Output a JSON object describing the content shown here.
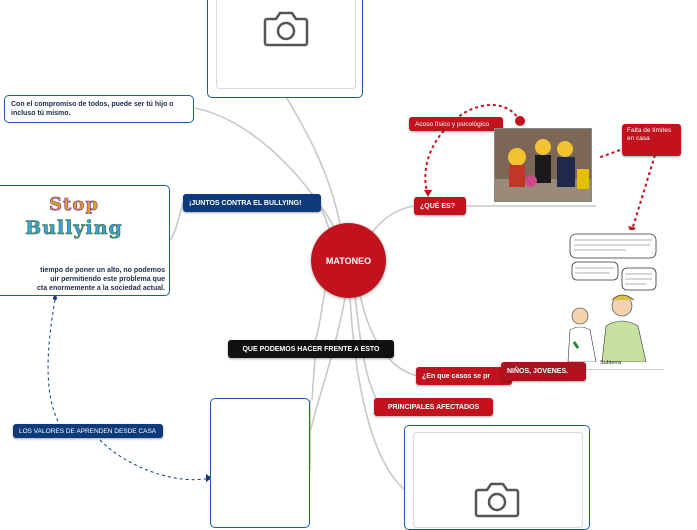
{
  "central": {
    "label": "MATONEO"
  },
  "branches": {
    "que_es": "¿QUÉ ES?",
    "juntos": "¡JUNTOS CONTRA EL BULLYING!",
    "que_podemos": "QUE PODEMOS HACER FRENTE A ESTO",
    "en_que_casos": "¿En que casos se pr",
    "principales": "PRINCIPALES AFECTADOS",
    "ninos": "NIÑOS, JOVENES.",
    "acoso": "Acoso físico y  psicológico",
    "falta_limites": "Falta de límites en casa",
    "valores": "LOS VALORES DE APRENDEN DESDE CASA"
  },
  "notes": {
    "compromiso": "Con el compromiso de todos, puede ser tú hijo o incluso tú mismo.",
    "stop_text": "tiempo de poner un alto, no podemos\nuir permitiendo este problema que\ncta enormemente a la sociedad actual."
  },
  "images": {
    "stop_line1": "Stop",
    "stop_line2": "Bullying",
    "cartoon_caption": "Subterra",
    "camera_top": "camera-icon",
    "camera_bottom": "camera-icon"
  },
  "colors": {
    "red": "#c2121d",
    "navy": "#0d3a7a",
    "connector": "#c8c8c8"
  }
}
